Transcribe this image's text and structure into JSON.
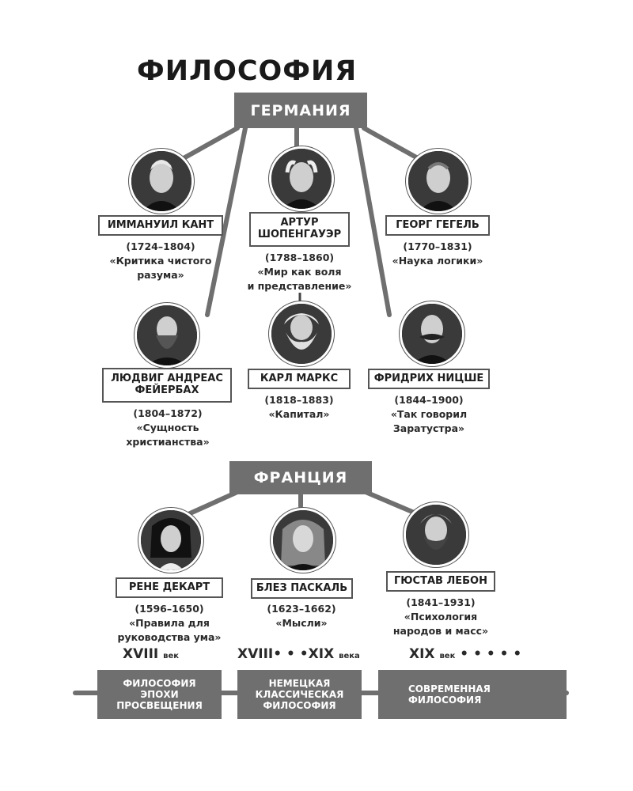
{
  "title": "ФИЛОСОФИЯ",
  "colors": {
    "box": "#6f6f6f",
    "line": "#6f6f6f",
    "text": "#1e1e1e"
  },
  "germany": {
    "label": "ГЕРМАНИЯ",
    "philosophers": [
      {
        "name": "ИММАНУИЛ КАНТ",
        "years": "(1724–1804)",
        "work": "«Критика чистого\nразума»"
      },
      {
        "name": "АРТУР\nШОПЕНГАУЭР",
        "years": "(1788–1860)",
        "work": "«Мир как воля\nи представление»"
      },
      {
        "name": "ГЕОРГ ГЕГЕЛЬ",
        "years": "(1770–1831)",
        "work": "«Наука логики»"
      },
      {
        "name": "ЛЮДВИГ АНДРЕАС\nФЕЙЕРБАХ",
        "years": "(1804–1872)",
        "work": "«Сущность\nхристианства»"
      },
      {
        "name": "КАРЛ МАРКС",
        "years": "(1818–1883)",
        "work": "«Капитал»"
      },
      {
        "name": "ФРИДРИХ НИЦШЕ",
        "years": "(1844–1900)",
        "work": "«Так говорил\nЗаратустра»"
      }
    ]
  },
  "france": {
    "label": "ФРАНЦИЯ",
    "philosophers": [
      {
        "name": "РЕНЕ ДЕКАРТ",
        "years": "(1596–1650)",
        "work": "«Правила для\nруководства ума»"
      },
      {
        "name": "БЛЕЗ ПАСКАЛЬ",
        "years": "(1623–1662)",
        "work": "«Мысли»"
      },
      {
        "name": "ГЮСТАВ ЛЕБОН",
        "years": "(1841–1931)",
        "work": "«Психология\nнародов и масс»"
      }
    ]
  },
  "eras": [
    {
      "main": "XVIII",
      "small": "век"
    },
    {
      "main": "XVIII• • •XIX",
      "small": "века"
    },
    {
      "main": "XIX",
      "small": "век",
      "tail": " • • • • •"
    }
  ],
  "timeline": [
    {
      "label": "ФИЛОСОФИЯ\nЭПОХИ\nПРОСВЕЩЕНИЯ"
    },
    {
      "label": "НЕМЕЦКАЯ\nКЛАССИЧЕСКАЯ\nФИЛОСОФИЯ"
    },
    {
      "label": "СОВРЕМЕННАЯ\nФИЛОСОФИЯ"
    }
  ]
}
